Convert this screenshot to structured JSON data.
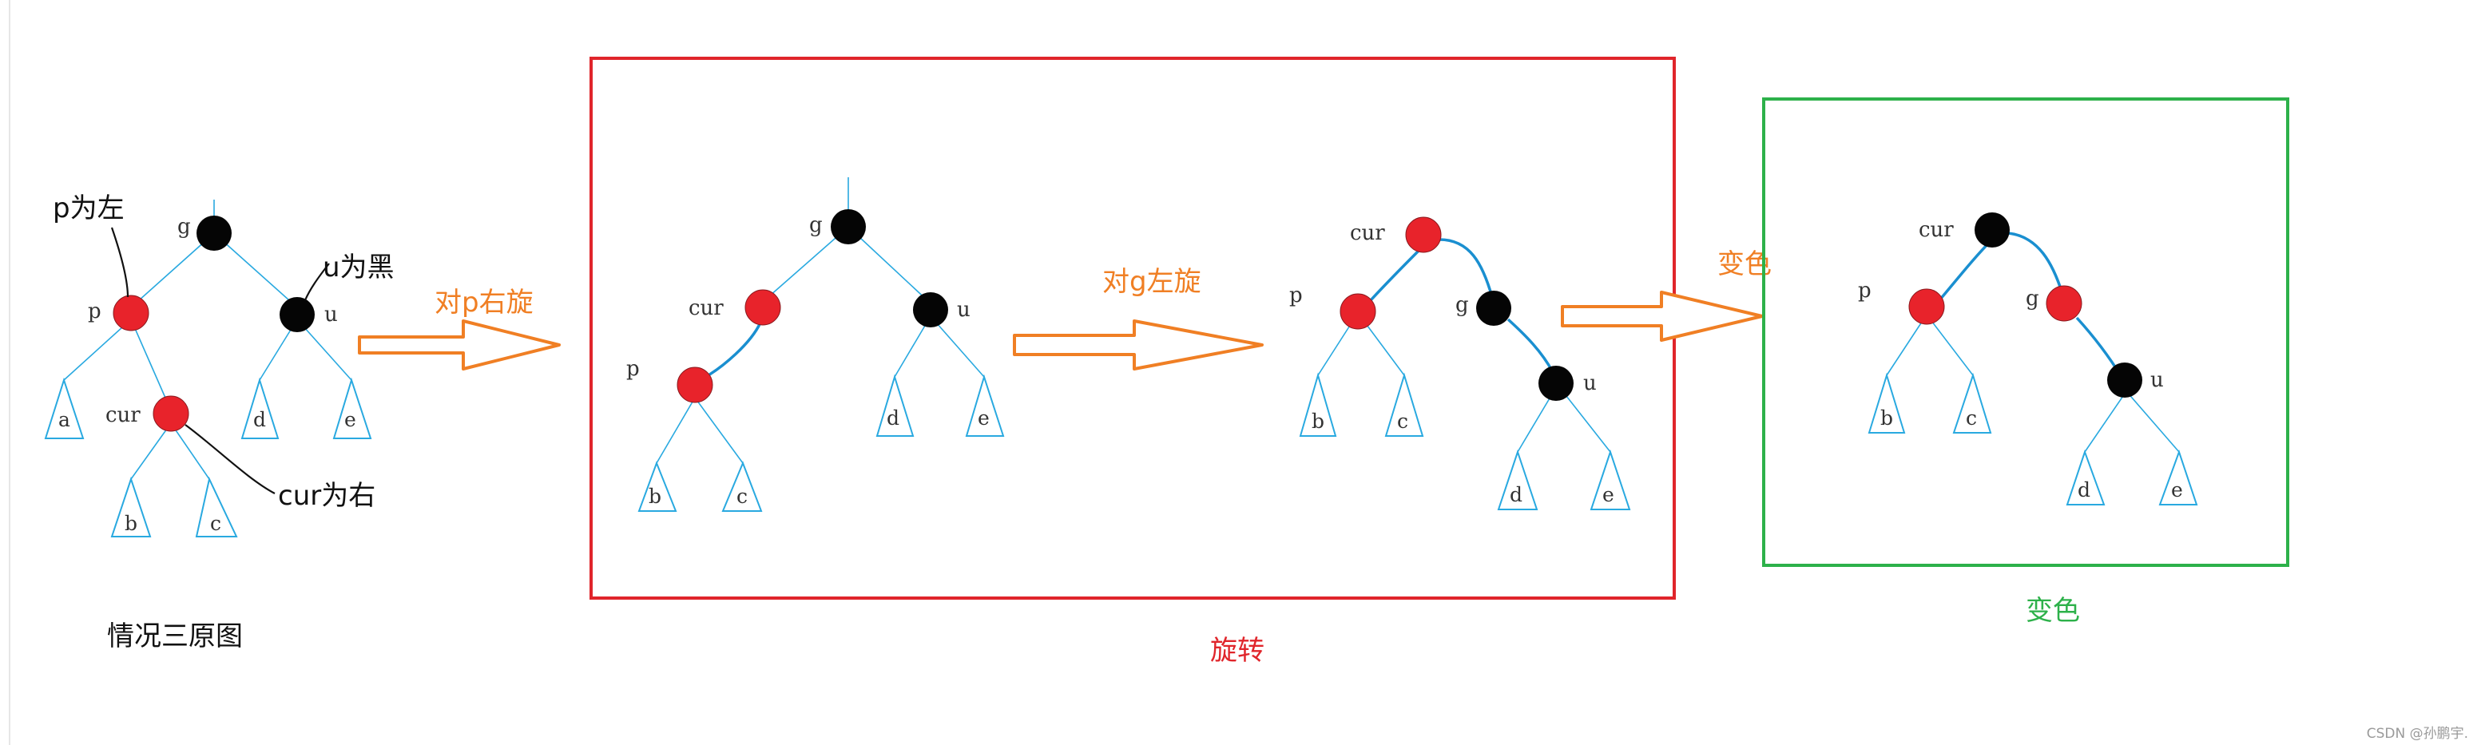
{
  "labels": {
    "caption": "情况三原图",
    "p_left": "p为左",
    "u_black": "u为黑",
    "cur_right": "cur为右",
    "rotate_p_right": "对p右旋",
    "rotate_g_left": "对g左旋",
    "recolor_arrow": "变色",
    "box_rotate": "旋转",
    "box_recolor": "变色",
    "watermark": "CSDN @孙鹏宇."
  },
  "trees": [
    {
      "name": "tree-original",
      "nodes": [
        {
          "id": "g",
          "label": "g",
          "color": "black"
        },
        {
          "id": "p",
          "label": "p",
          "color": "red"
        },
        {
          "id": "u",
          "label": "u",
          "color": "black"
        },
        {
          "id": "cur",
          "label": "cur",
          "color": "red"
        }
      ],
      "subtrees": [
        "a",
        "d",
        "e",
        "b",
        "c"
      ]
    },
    {
      "name": "tree-after-p-right-rotation",
      "nodes": [
        {
          "id": "g",
          "label": "g",
          "color": "black"
        },
        {
          "id": "cur",
          "label": "cur",
          "color": "red"
        },
        {
          "id": "u",
          "label": "u",
          "color": "black"
        },
        {
          "id": "p",
          "label": "p",
          "color": "red"
        }
      ],
      "subtrees": [
        "d",
        "e",
        "b",
        "c"
      ]
    },
    {
      "name": "tree-after-g-left-rotation",
      "nodes": [
        {
          "id": "cur",
          "label": "cur",
          "color": "red"
        },
        {
          "id": "p",
          "label": "p",
          "color": "red"
        },
        {
          "id": "g",
          "label": "g",
          "color": "black"
        },
        {
          "id": "u",
          "label": "u",
          "color": "black"
        }
      ],
      "subtrees": [
        "b",
        "c",
        "d",
        "e"
      ]
    },
    {
      "name": "tree-after-recolor",
      "nodes": [
        {
          "id": "cur",
          "label": "cur",
          "color": "black"
        },
        {
          "id": "p",
          "label": "p",
          "color": "red"
        },
        {
          "id": "g",
          "label": "g",
          "color": "red"
        },
        {
          "id": "u",
          "label": "u",
          "color": "black"
        }
      ],
      "subtrees": [
        "b",
        "c",
        "d",
        "e"
      ]
    }
  ],
  "colors": {
    "red_node": "#e8232b",
    "black_node": "#050505",
    "edge": "#29a9e0",
    "arrow": "#f07f24",
    "orange_text": "#f07f24",
    "red_box": "#e0252b",
    "green_box": "#2db14a",
    "red_text": "#e0252b",
    "green_text": "#2db14a"
  }
}
